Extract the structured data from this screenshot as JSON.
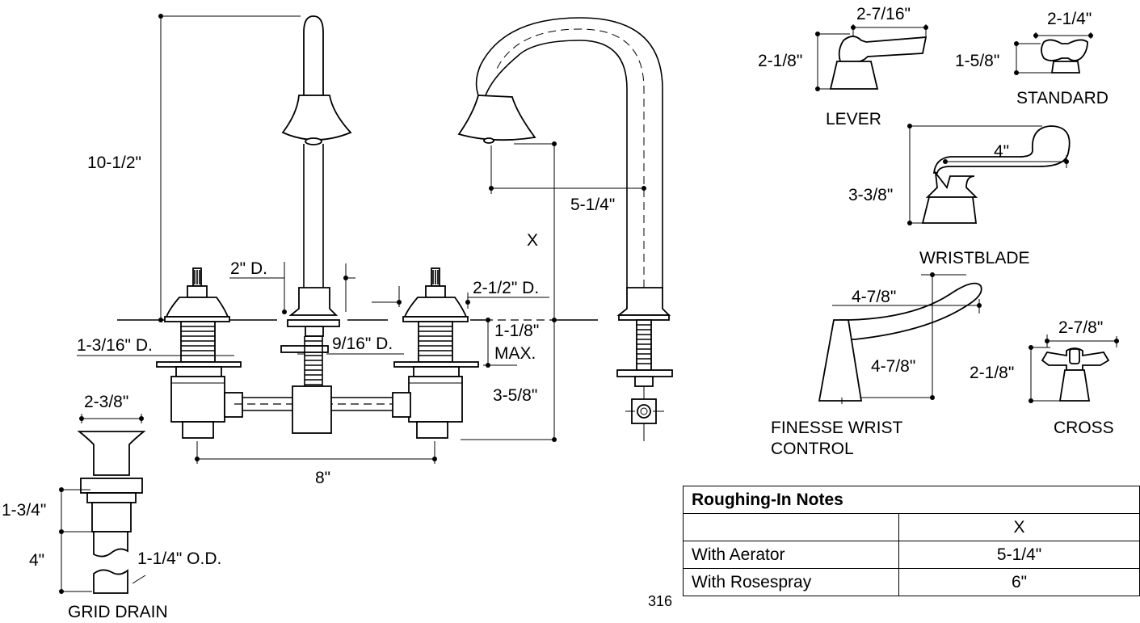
{
  "dimensions": {
    "spout_height": "10-1/2\"",
    "hole_2in": "2\" D.",
    "hole_2half": "2-1/2\" D.",
    "hole_1_3_16": "1-3/16\" D.",
    "hole_9_16": "9/16\" D.",
    "deck_max": "1-1/8\"",
    "deck_max_word": "MAX.",
    "x_label": "X",
    "reach": "5-1/4\"",
    "below_deck": "3-5/8\"",
    "center_spread": "8\"",
    "drain_width": "2-3/8\"",
    "drain_top": "1-3/4\"",
    "drain_bottom": "4\"",
    "drain_od": "1-1/4\" O.D."
  },
  "handles": {
    "lever": {
      "label": "LEVER",
      "width": "2-7/16\"",
      "height": "2-1/8\""
    },
    "standard": {
      "label": "STANDARD",
      "width": "2-1/4\"",
      "height": "1-5/8\""
    },
    "wristblade": {
      "label": "WRISTBLADE",
      "width": "4\"",
      "height": "3-3/8\""
    },
    "finesse": {
      "label_line1": "FINESSE WRIST",
      "label_line2": "CONTROL",
      "width": "4-7/8\"",
      "height": "4-7/8\""
    },
    "cross": {
      "label": "CROSS",
      "width": "2-7/8\"",
      "height": "2-1/8\""
    }
  },
  "grid_drain_label": "GRID DRAIN",
  "page_number": "316",
  "roughing_table": {
    "title": "Roughing-In Notes",
    "header_col1": "",
    "header_col2": "X",
    "rows": [
      {
        "label": "With Aerator",
        "value": "5-1/4\""
      },
      {
        "label": "With Rosespray",
        "value": "6\""
      }
    ]
  }
}
